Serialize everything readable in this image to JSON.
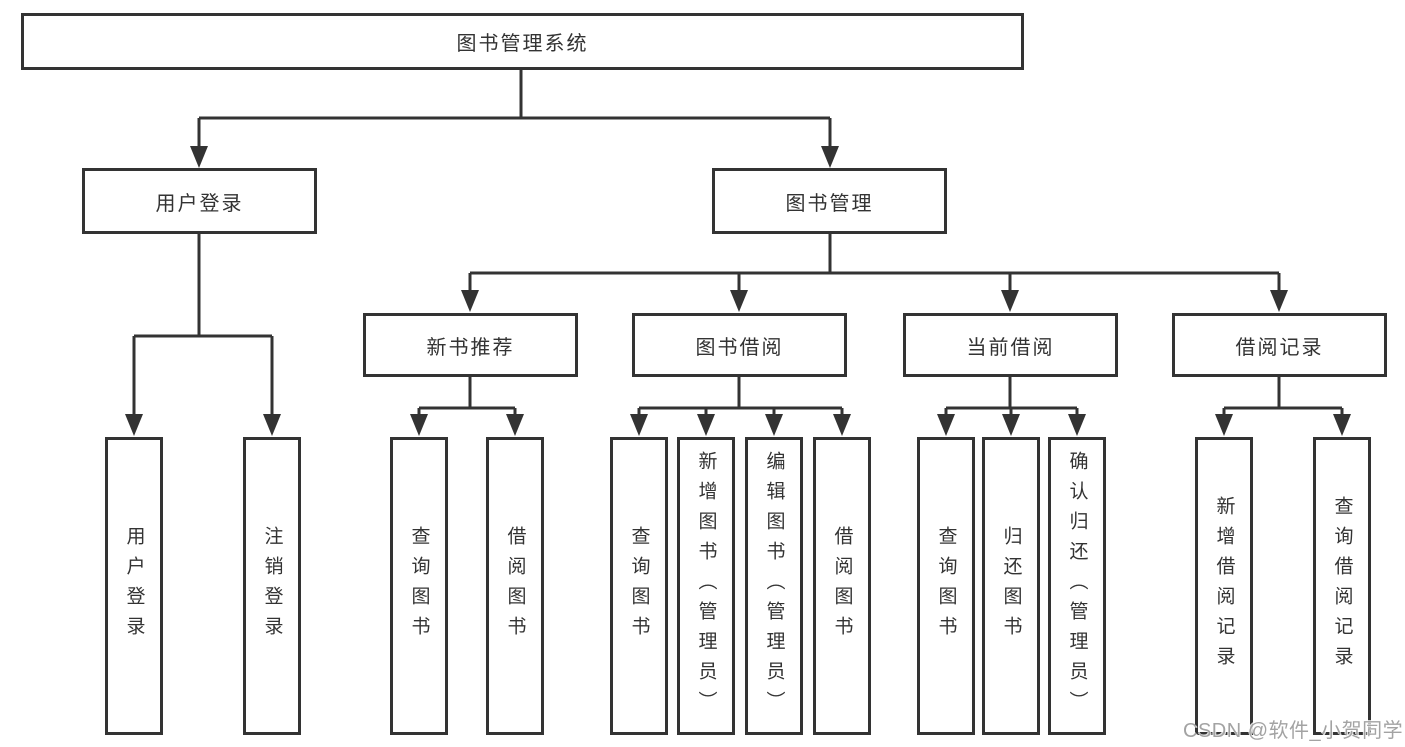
{
  "diagram_title": "图书管理系统",
  "tree": {
    "root": {
      "label": "图书管理系统",
      "children": [
        {
          "label": "用户登录",
          "children": [
            {
              "label": "用户登录"
            },
            {
              "label": "注销登录"
            }
          ]
        },
        {
          "label": "图书管理",
          "children": [
            {
              "label": "新书推荐",
              "children": [
                {
                  "label": "查询图书"
                },
                {
                  "label": "借阅图书"
                }
              ]
            },
            {
              "label": "图书借阅",
              "children": [
                {
                  "label": "查询图书"
                },
                {
                  "label": "新增图书（管理员）"
                },
                {
                  "label": "编辑图书（管理员）"
                },
                {
                  "label": "借阅图书"
                }
              ]
            },
            {
              "label": "当前借阅",
              "children": [
                {
                  "label": "查询图书"
                },
                {
                  "label": "归还图书"
                },
                {
                  "label": "确认归还（管理员）"
                }
              ]
            },
            {
              "label": "借阅记录",
              "children": [
                {
                  "label": "新增借阅记录"
                },
                {
                  "label": "查询借阅记录"
                }
              ]
            }
          ]
        }
      ]
    }
  },
  "watermark": {
    "text": "CSDN @软件_小贺同学",
    "color": "#a3a3a3"
  },
  "colors": {
    "line": "#333333",
    "box_border": "#333333",
    "text": "#333333",
    "background": "#ffffff"
  }
}
